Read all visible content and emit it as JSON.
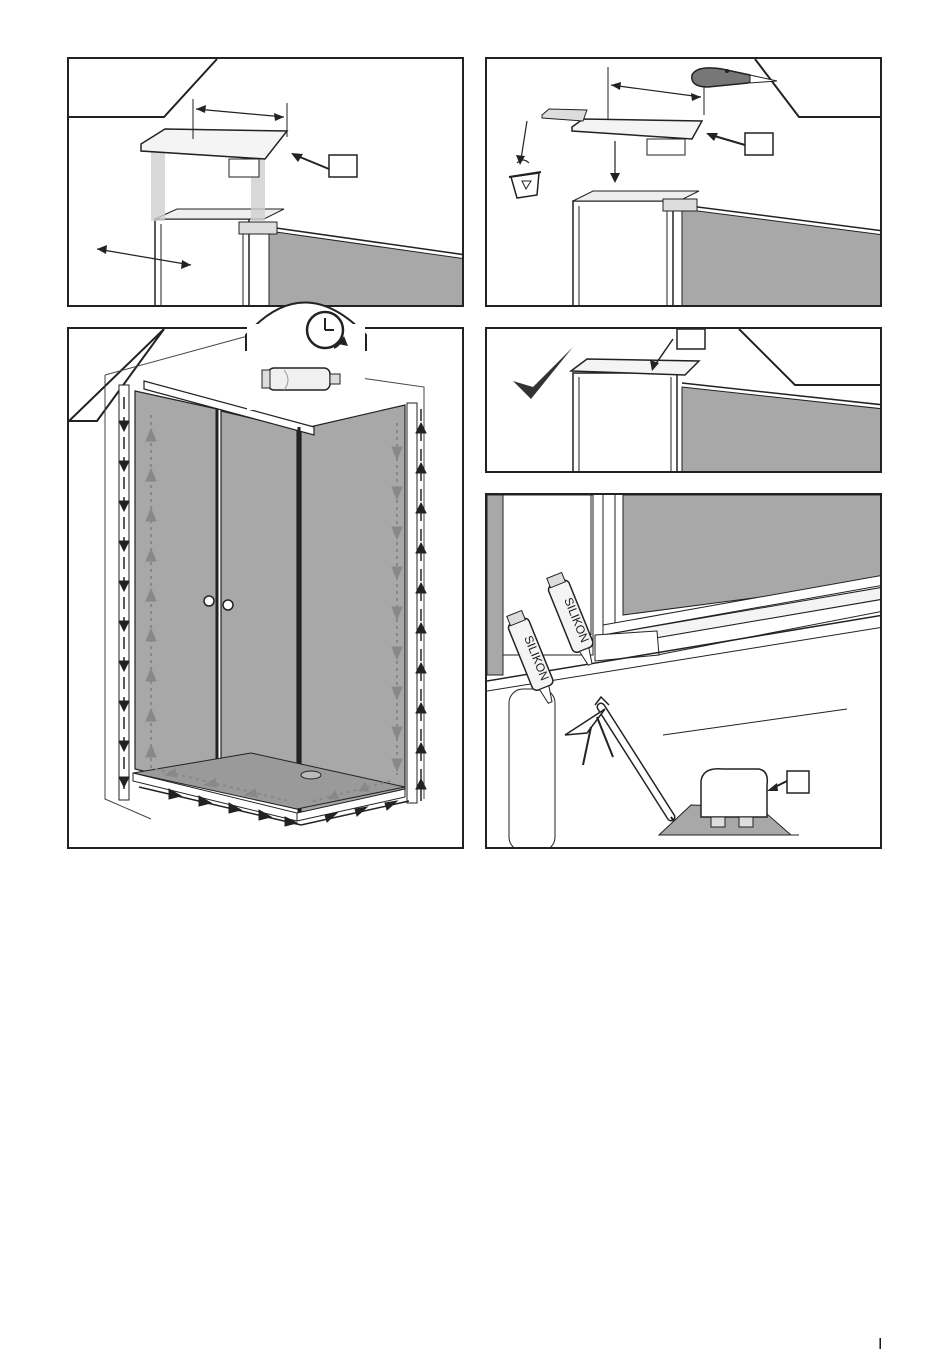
{
  "page": {
    "page_number": "I"
  },
  "steps": [
    {
      "id": "step-1",
      "part_box": ""
    },
    {
      "id": "step-2",
      "part_box": ""
    },
    {
      "id": "step-3",
      "part_box": ""
    },
    {
      "id": "step-4",
      "part_box": ""
    },
    {
      "id": "step-5",
      "part_box": ""
    }
  ],
  "labels": {
    "silicone_tube_1": "SILIKON",
    "silicone_tube_2": "SILIKON"
  },
  "icons": [
    "clock-icon",
    "silicone-cartridge-icon",
    "utility-knife-icon",
    "trash-bin-icon",
    "checkmark-icon",
    "caulking-gun-icon"
  ],
  "colors": {
    "glass": "#a8a8a8",
    "line": "#222222",
    "arrow": "#333333",
    "profile": "#ffffff"
  }
}
